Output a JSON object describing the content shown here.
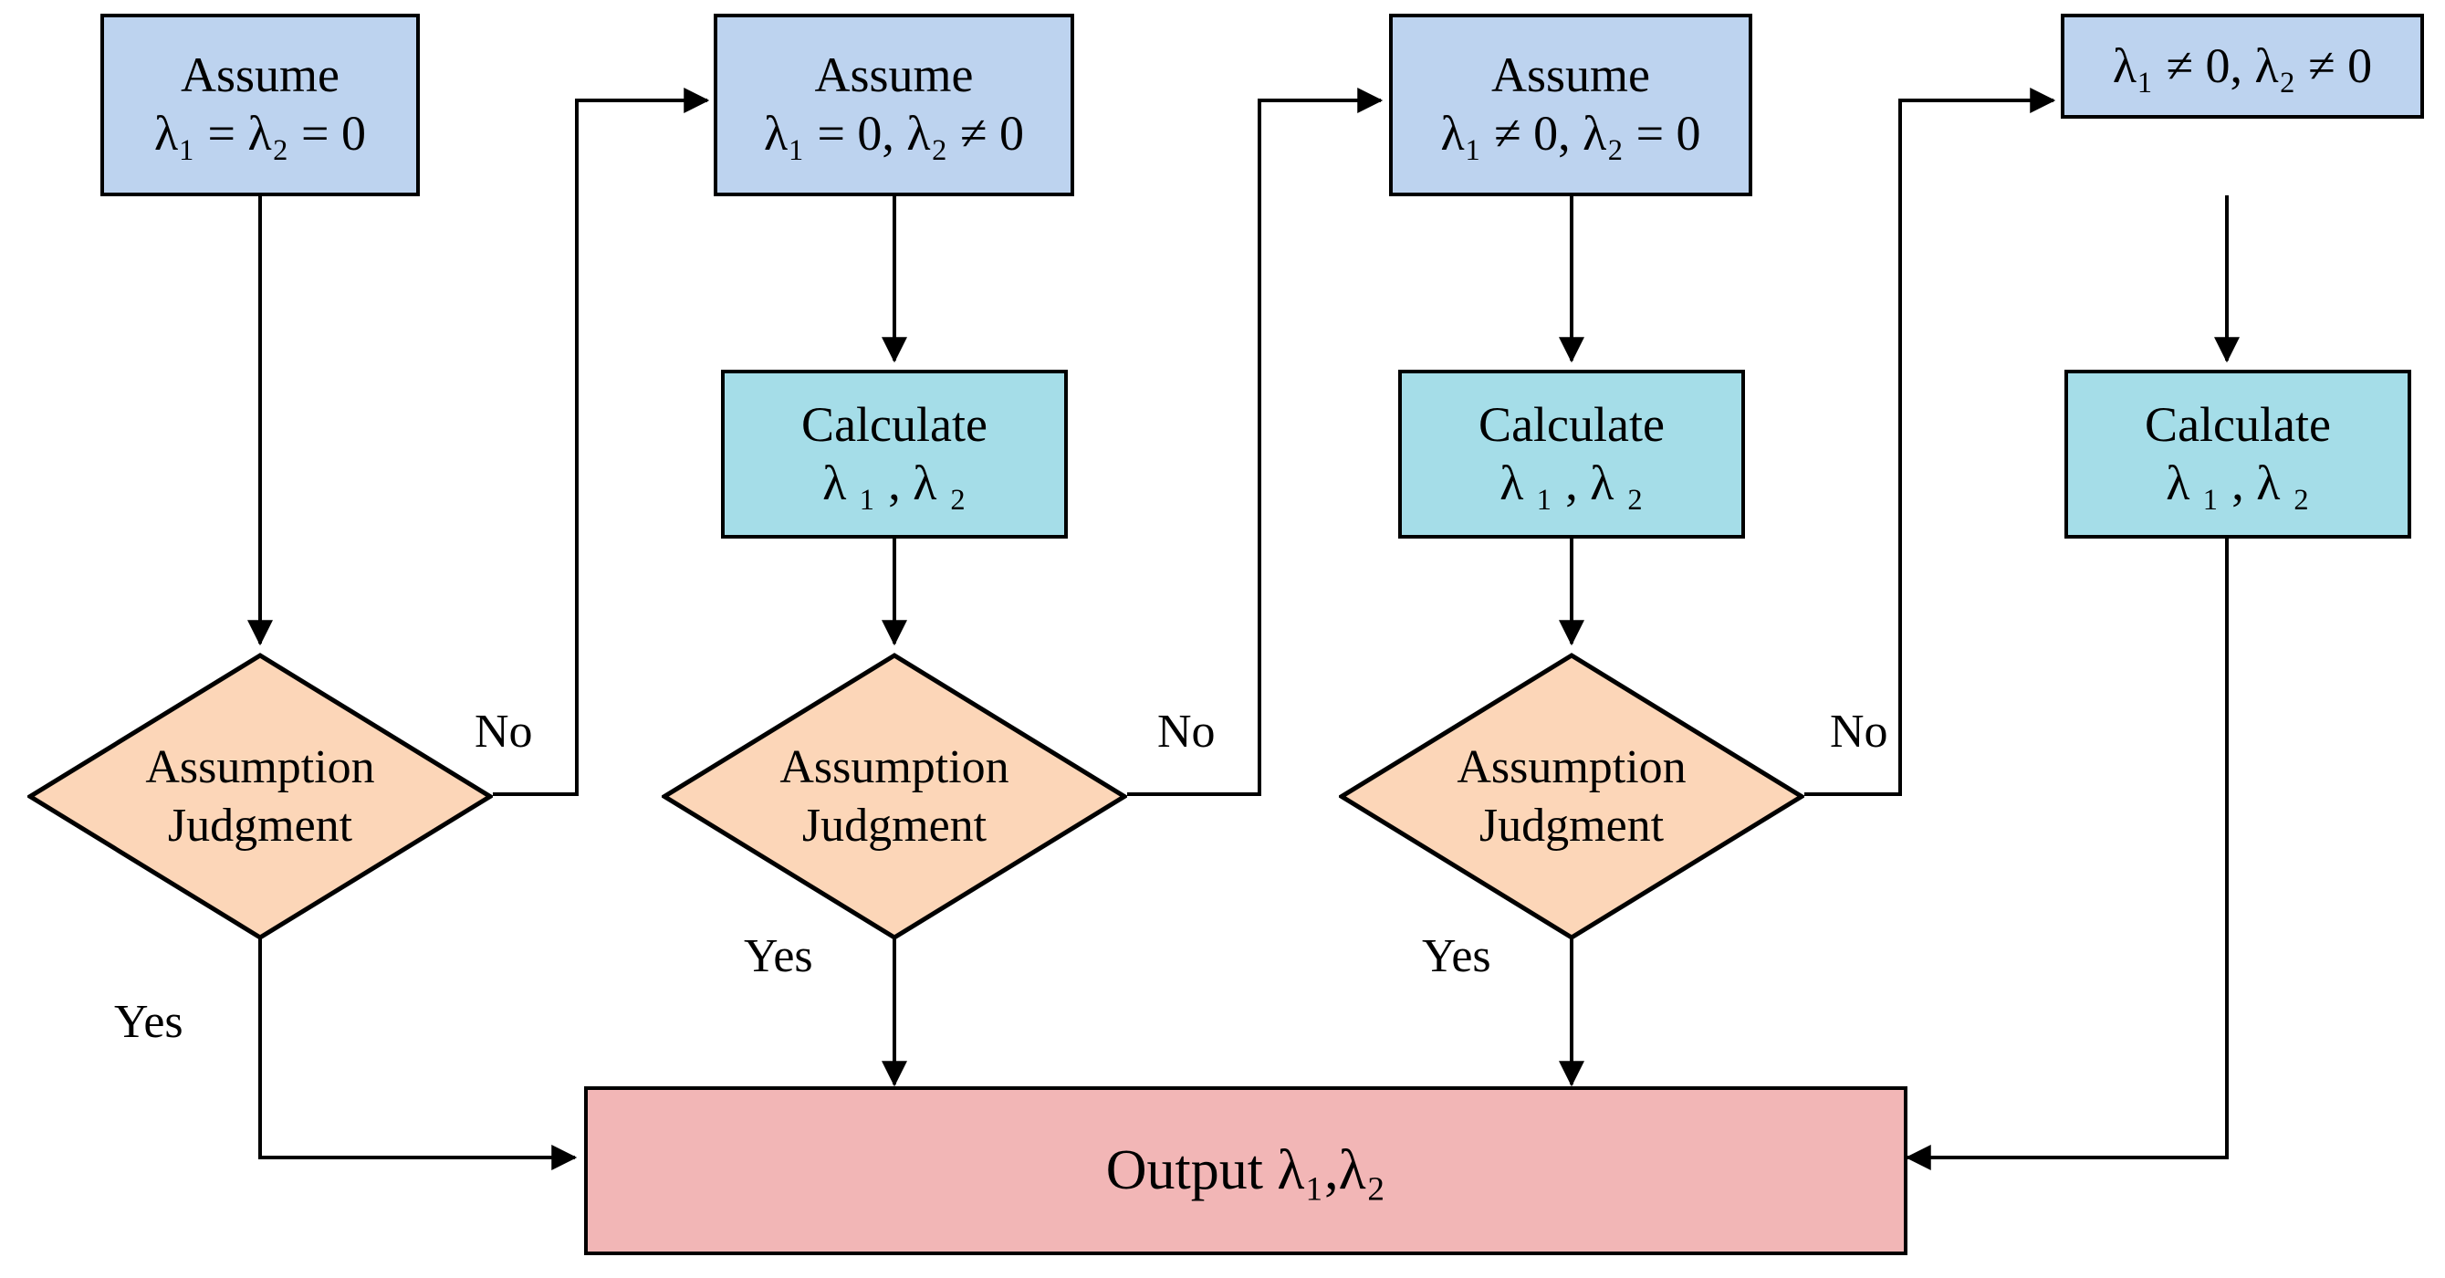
{
  "diagram": {
    "title": "Lambda assumption iteration flowchart",
    "colors": {
      "assume_fill": "#bdd3ef",
      "calculate_fill": "#a5dde8",
      "decision_fill": "#fcd6b8",
      "output_fill": "#f2b6b6",
      "stroke": "#000000",
      "background": "#ffffff"
    },
    "nodes": {
      "assume1": {
        "line1": "Assume",
        "line2": "λ₁ = λ₂ = 0"
      },
      "assume2": {
        "line1": "Assume",
        "line2": "λ₁ = 0, λ₂ ≠ 0"
      },
      "assume3": {
        "line1": "Assume",
        "line2": "λ₁ ≠ 0, λ₂ = 0"
      },
      "assume4": {
        "line1": "",
        "line2": "λ₁ ≠ 0, λ₂ ≠ 0"
      },
      "calc1": {
        "line1": "Calculate",
        "line2": "λ ₁ , λ ₂"
      },
      "calc2": {
        "line1": "Calculate",
        "line2": "λ ₁ , λ ₂"
      },
      "calc3": {
        "line1": "Calculate",
        "line2": "λ ₁ , λ ₂"
      },
      "decision1": {
        "line1": "Assumption",
        "line2": "Judgment"
      },
      "decision2": {
        "line1": "Assumption",
        "line2": "Judgment"
      },
      "decision3": {
        "line1": "Assumption",
        "line2": "Judgment"
      },
      "output": {
        "text": "Output λ₁,λ₂"
      }
    },
    "edge_labels": {
      "no1": "No",
      "no2": "No",
      "no3": "No",
      "yes1": "Yes",
      "yes2": "Yes",
      "yes3": "Yes"
    }
  }
}
